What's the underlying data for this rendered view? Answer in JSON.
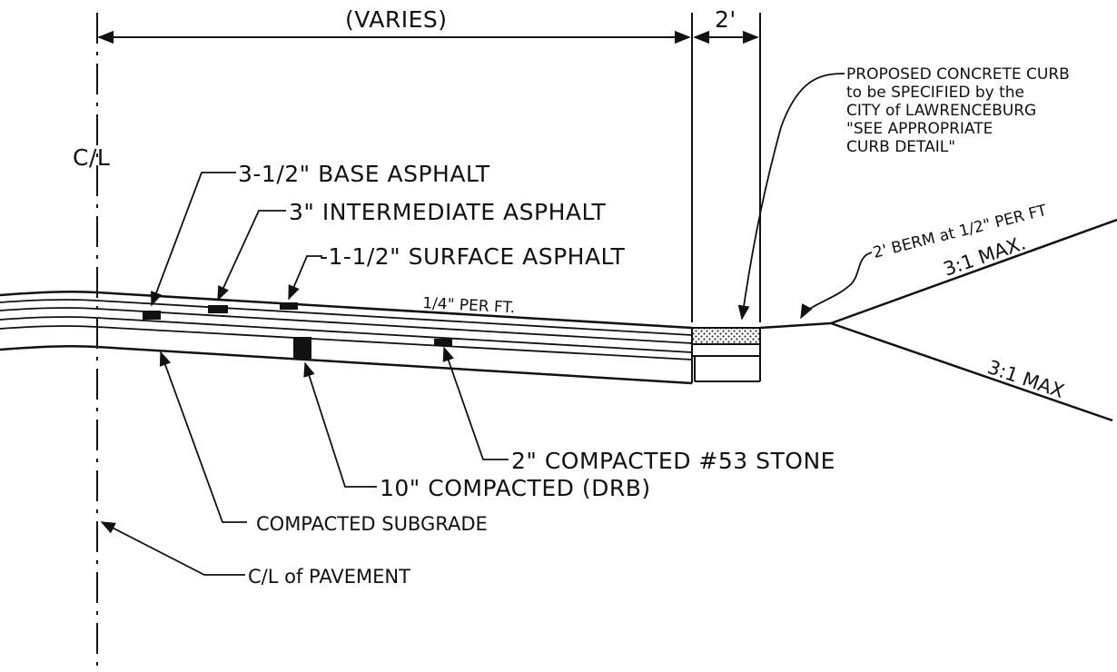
{
  "dimensions": {
    "varies": "(VARIES)",
    "curb_width": "2'"
  },
  "centerline": {
    "label": "C/L",
    "pavement_label": "C/L of PAVEMENT"
  },
  "layers": {
    "base_asphalt": "3-1/2\" BASE ASPHALT",
    "intermediate_asphalt": "3\" INTERMEDIATE ASPHALT",
    "surface_asphalt": "-1-1/2\" SURFACE ASPHALT",
    "slope": "1/4\" PER FT.",
    "stone": "2\" COMPACTED #53 STONE",
    "drb": "10\" COMPACTED (DRB)",
    "subgrade": "COMPACTED SUBGRADE"
  },
  "curb_note": {
    "lines": [
      "PROPOSED CONCRETE CURB",
      "to be SPECIFIED by the",
      "CITY of LAWRENCEBURG",
      "\"SEE APPROPRIATE",
      " CURB DETAIL\""
    ]
  },
  "berm": {
    "label": "2' BERM at 1/2\" PER FT",
    "slope_upper": "3:1 MAX.",
    "slope_lower": "3:1 MAX"
  }
}
